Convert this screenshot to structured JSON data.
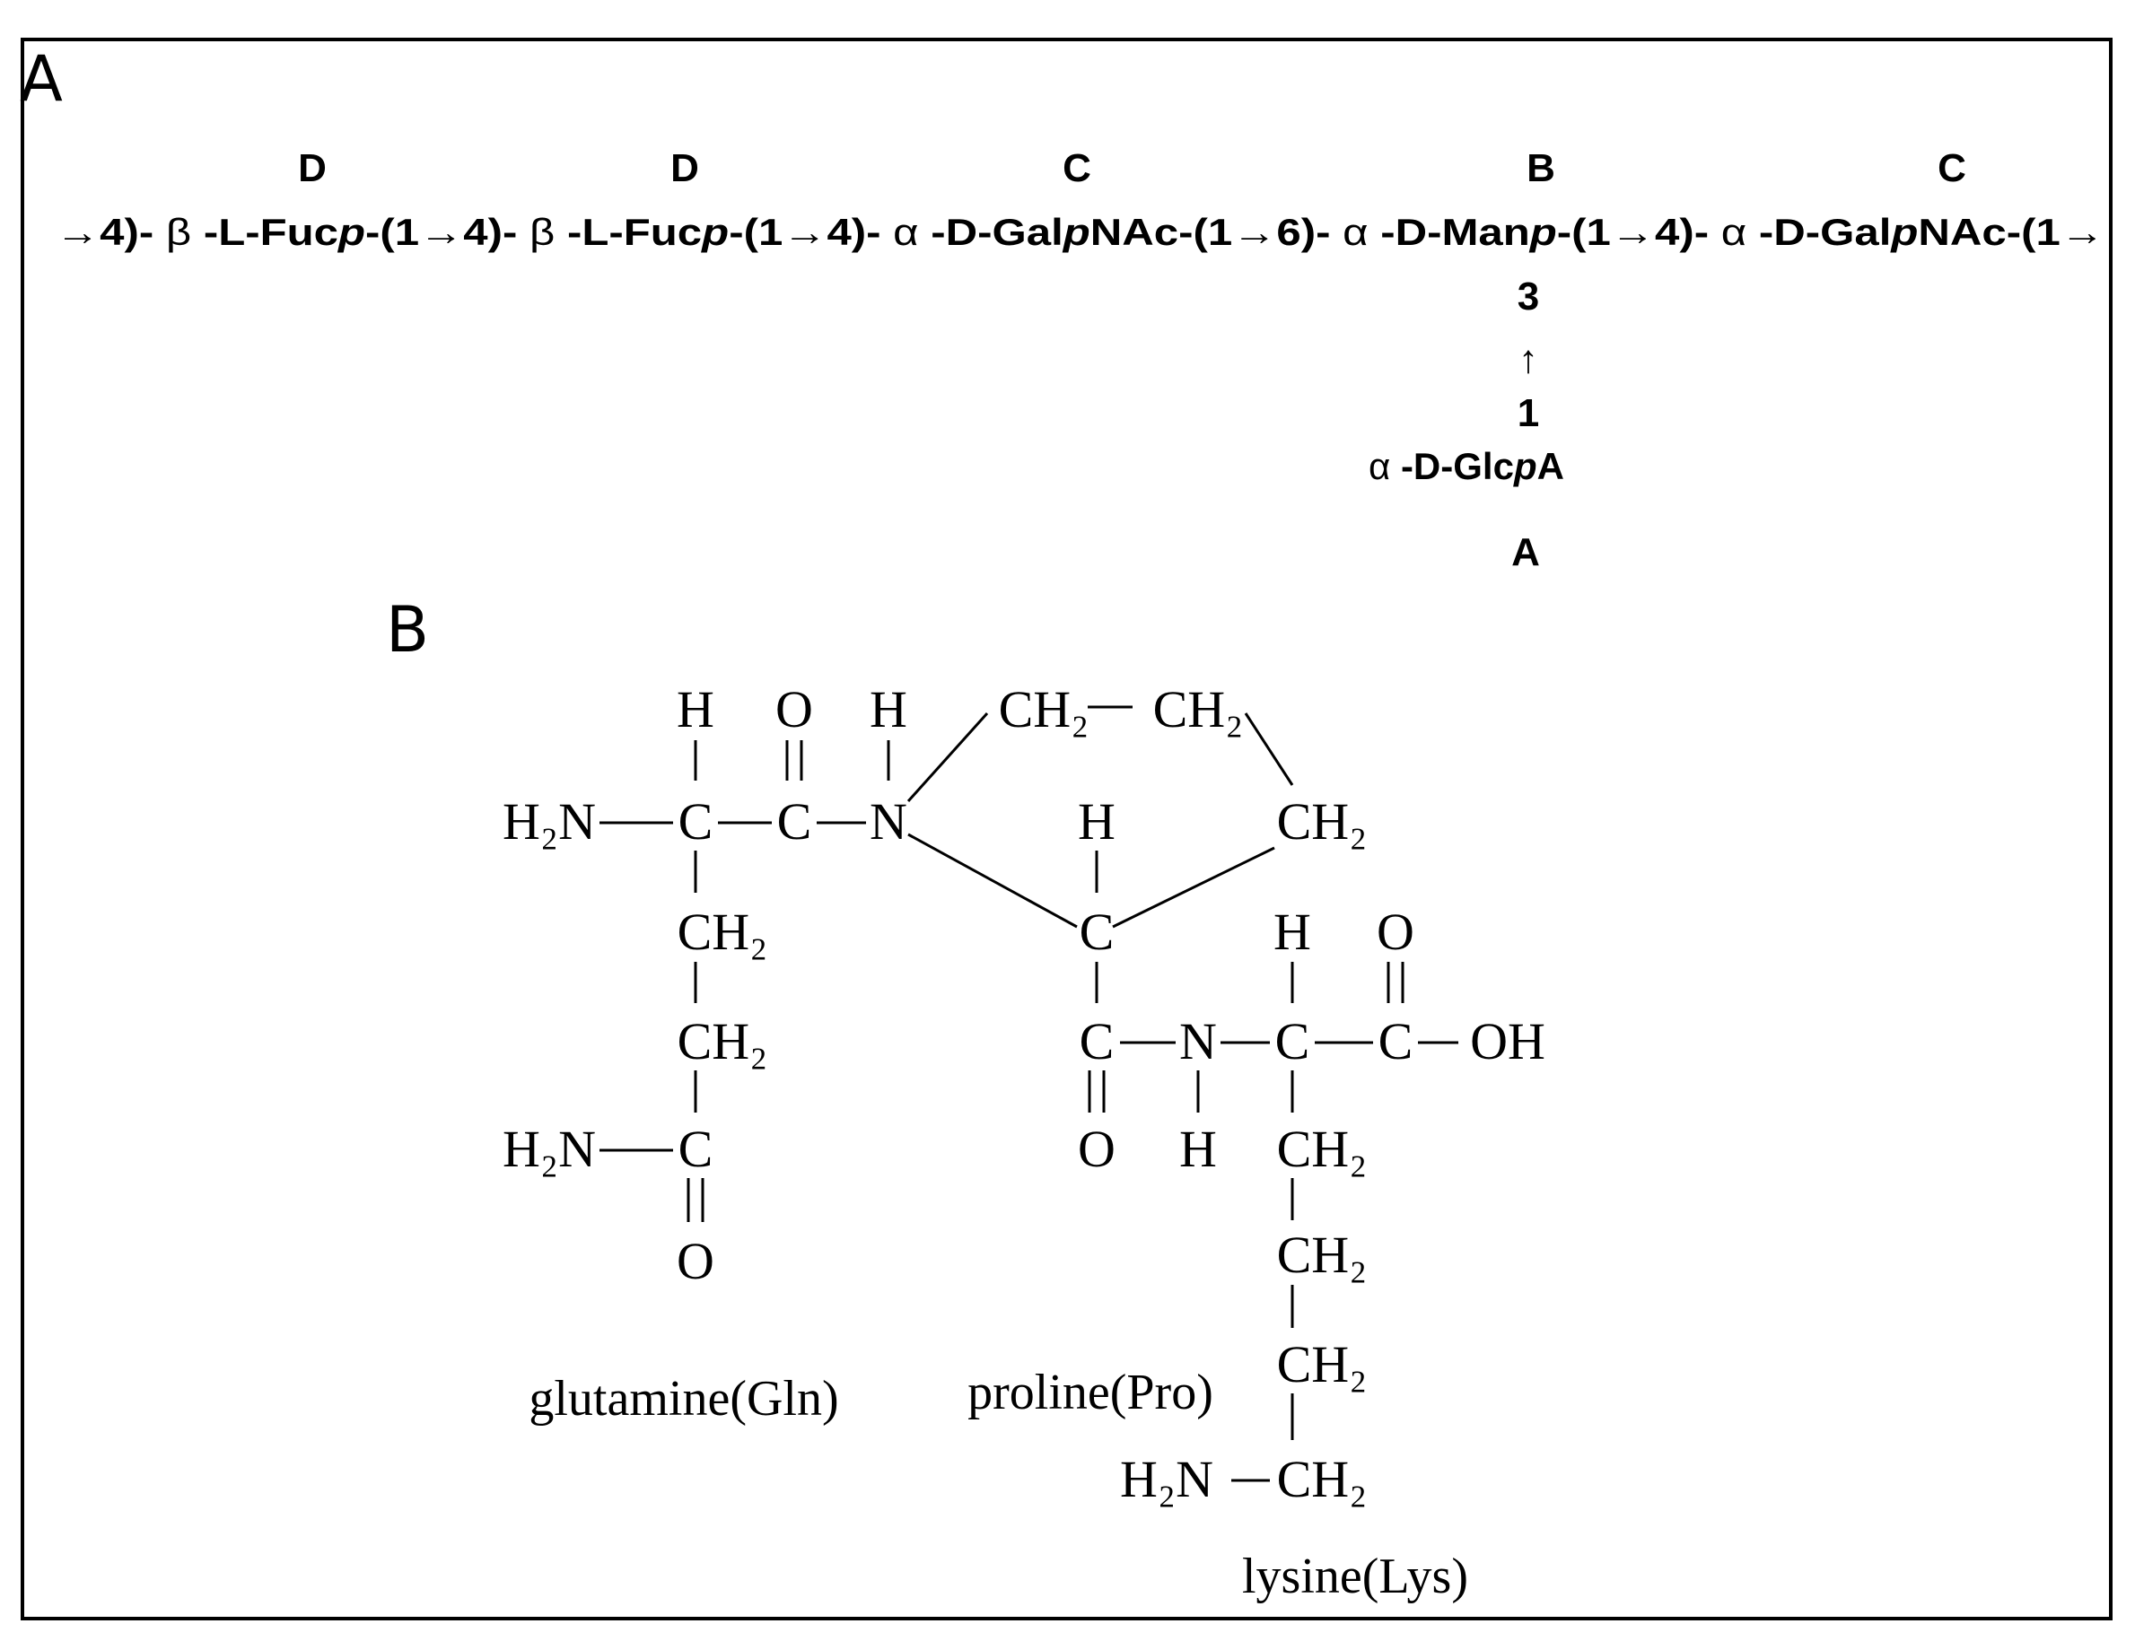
{
  "panel_a": {
    "label": "A",
    "unit_letters": [
      "D",
      "D",
      "C",
      "B",
      "C"
    ],
    "chain_parts": [
      "→4)- ",
      "β",
      " -L-Fuc",
      "p",
      "-(1→4)- ",
      "β",
      " -L-Fuc",
      "p",
      "-(1→4)- ",
      "α",
      " -D-Gal",
      "p",
      "NAc-(1→6)- ",
      "α",
      " -D-Man",
      "p",
      "-(1→4)- ",
      "α",
      " -D-Gal",
      "p",
      "NAc-(1→"
    ],
    "branch": {
      "position_top": "3",
      "arrow": "↑",
      "position_bottom": "1",
      "residue_parts": [
        "α",
        " -D-Glc",
        "p",
        "A"
      ],
      "residue_letter": "A"
    }
  },
  "panel_b": {
    "label": "B",
    "atoms": {
      "H": "H",
      "O": "O",
      "C": "C",
      "N": "N",
      "H2N": "H₂N",
      "CH2": "CH₂",
      "OH": "OH"
    },
    "names": {
      "gln": "glutamine(Gln)",
      "pro": "proline(Pro)",
      "lys": "lysine(Lys)"
    }
  }
}
